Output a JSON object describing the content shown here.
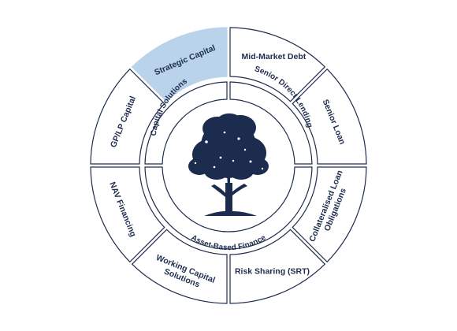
{
  "colors": {
    "ink": "#1e2d4d",
    "outline": "#1e2d4d",
    "highlight": "#b9d3ea",
    "tree": "#1c2c4f",
    "background": "#ffffff"
  },
  "center_icon": "oak-tree-icon",
  "groups": [
    {
      "id": "capital-solutions",
      "label": "Capital Solutions"
    },
    {
      "id": "senior-direct-lending",
      "label": "Senior Direct Lending"
    },
    {
      "id": "asset-based-finance",
      "label": "Asset-Based Finance"
    }
  ],
  "segments": [
    {
      "id": "strategic-capital",
      "label": [
        "Strategic Capital"
      ],
      "highlighted": true
    },
    {
      "id": "mid-market-debt",
      "label": [
        "Mid-Market Debt"
      ],
      "highlighted": false
    },
    {
      "id": "senior-loan",
      "label": [
        "Senior Loan"
      ],
      "highlighted": false
    },
    {
      "id": "collateralised-loan-obligations",
      "label": [
        "Collateralised Loan",
        "Obligations"
      ],
      "highlighted": false
    },
    {
      "id": "risk-sharing",
      "label": [
        "Risk Sharing (SRT)"
      ],
      "highlighted": false
    },
    {
      "id": "working-capital-solutions",
      "label": [
        "Working Capital",
        "Solutions"
      ],
      "highlighted": false
    },
    {
      "id": "nav-financing",
      "label": [
        "NAV Financing"
      ],
      "highlighted": false
    },
    {
      "id": "gp-lp-capital",
      "label": [
        "GP/LP Capital"
      ],
      "highlighted": false
    }
  ]
}
